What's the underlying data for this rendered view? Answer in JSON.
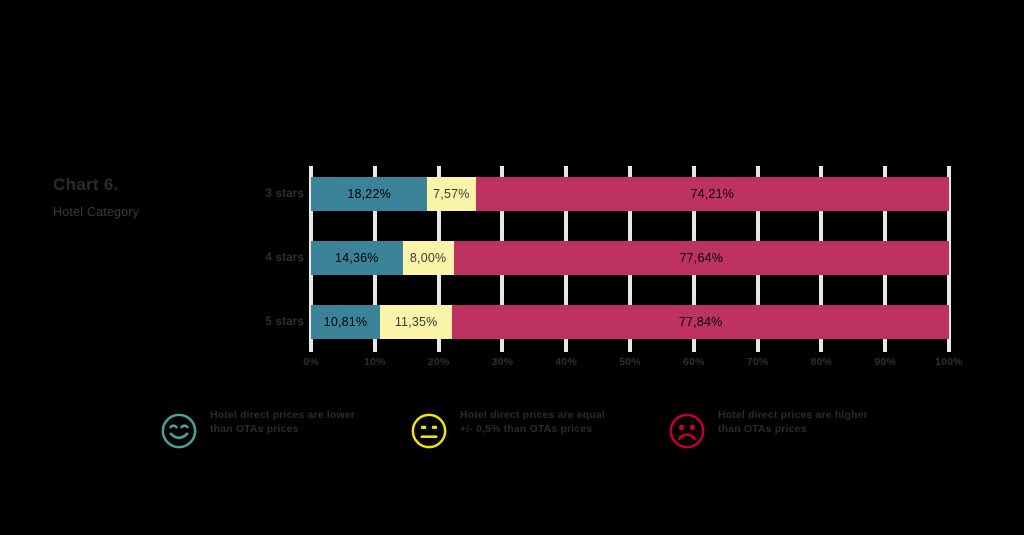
{
  "title": "Chart 6.",
  "subtitle": "Hotel Category",
  "colors": {
    "lower": "#3a8399",
    "equal": "#faf4a8",
    "higher": "#be3263",
    "grid": "#e8e8e8",
    "background": "#000000",
    "face_lower": "#4aa397",
    "face_equal": "#f2e400",
    "face_higher": "#c4012a"
  },
  "legend": [
    {
      "icon": "smiley-happy-icon",
      "label": "Hotel direct prices are lower than OTAs prices"
    },
    {
      "icon": "smiley-neutral-icon",
      "label": "Hotel direct prices are equal +/- 0,5% than OTAs prices"
    },
    {
      "icon": "smiley-sad-icon",
      "label": "Hotel direct prices are higher than OTAs prices"
    }
  ],
  "chart_data": {
    "type": "bar",
    "orientation": "horizontal",
    "stacked": true,
    "title": "Chart 6.",
    "subtitle": "Hotel Category",
    "xlabel": "",
    "ylabel": "",
    "xlim": [
      0,
      100
    ],
    "grid": true,
    "legend_position": "bottom",
    "categories": [
      "3 stars",
      "4 stars",
      "5 stars"
    ],
    "tick_labels": [
      "0%",
      "10%",
      "20%",
      "30%",
      "40%",
      "50%",
      "60%",
      "70%",
      "80%",
      "90%",
      "100%"
    ],
    "tick_values": [
      0,
      10,
      20,
      30,
      40,
      50,
      60,
      70,
      80,
      90,
      100
    ],
    "series": [
      {
        "name": "Hotel direct prices are lower than OTAs prices",
        "key": "lower",
        "color": "#3a8399",
        "values": [
          18.22,
          14.36,
          10.81
        ],
        "labels": [
          "18,22%",
          "14,36%",
          "10,81%"
        ]
      },
      {
        "name": "Hotel direct prices are equal +/- 0,5% than OTAs prices",
        "key": "equal",
        "color": "#faf4a8",
        "values": [
          7.57,
          8.0,
          11.35
        ],
        "labels": [
          "7,57%",
          "8,00%",
          "11,35%"
        ]
      },
      {
        "name": "Hotel direct prices are higher than OTAs prices",
        "key": "higher",
        "color": "#be3263",
        "values": [
          74.21,
          77.64,
          77.84
        ],
        "labels": [
          "74,21%",
          "77,64%",
          "77,84%"
        ]
      }
    ]
  }
}
